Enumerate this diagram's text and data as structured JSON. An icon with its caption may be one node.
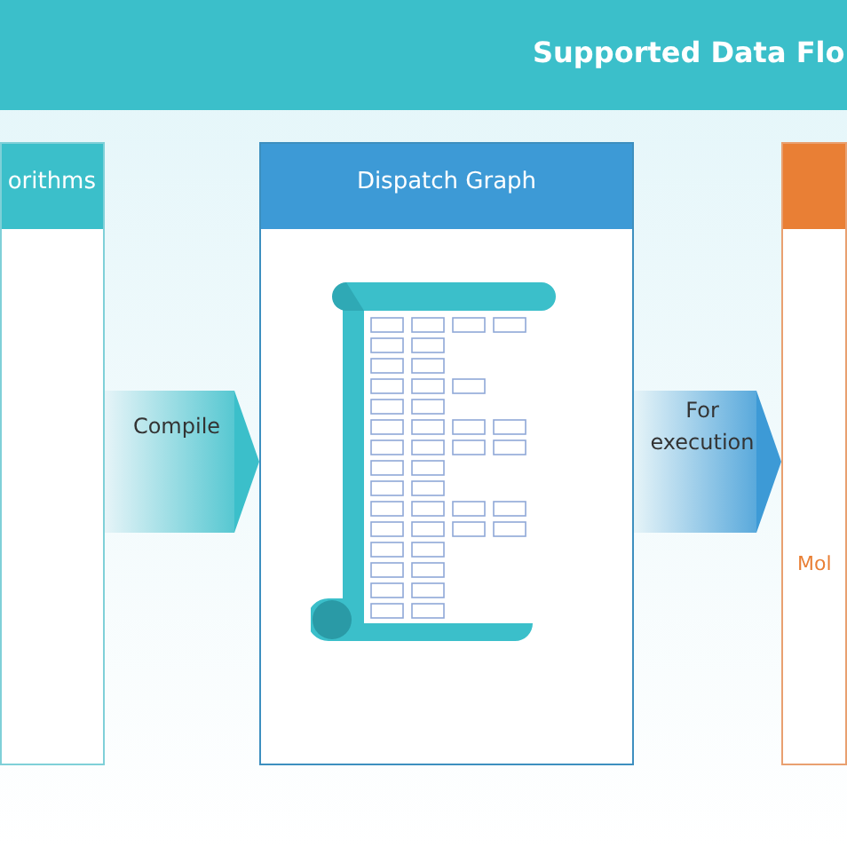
{
  "diagram": {
    "title": "Supported Data Flo",
    "nodes": [
      {
        "text": [
          "orithms"
        ]
      },
      {
        "text": [
          "Dispatch Graph"
        ]
      },
      {
        "text": [
          "Mol"
        ]
      },
      {
        "text": [],
        "shape": "picture",
        "in": 1
      }
    ],
    "edges": [
      {
        "from": 0,
        "to": 1,
        "arrow": "to",
        "label": "Compile"
      },
      {
        "from": 1,
        "to": 2,
        "arrow": "to",
        "label": "For execution"
      }
    ]
  }
}
